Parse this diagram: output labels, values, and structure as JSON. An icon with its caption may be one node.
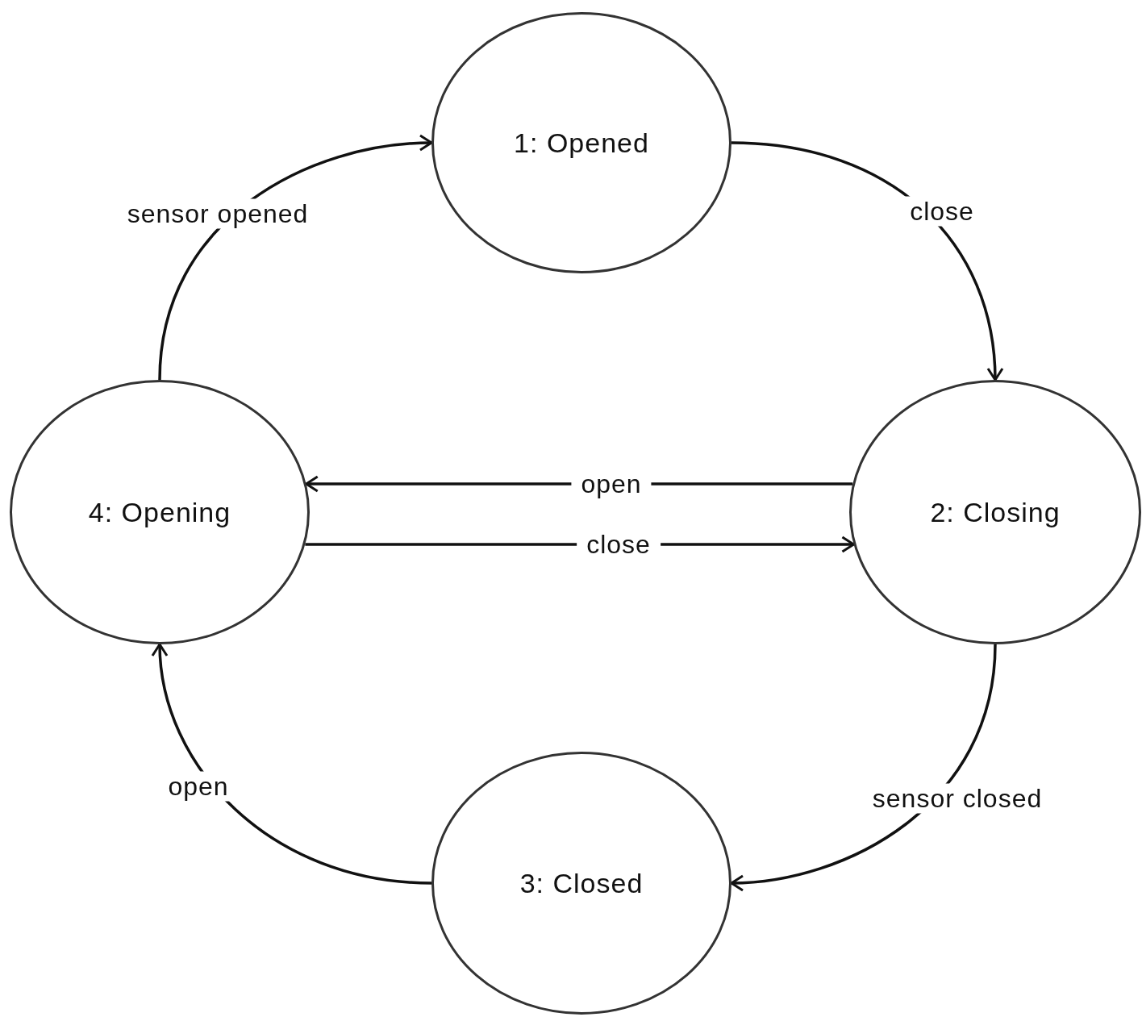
{
  "diagram": {
    "nodes": [
      {
        "text": [
          "1: Opened"
        ]
      },
      {
        "text": [
          "2: Closing"
        ]
      },
      {
        "text": [
          "3: Closed"
        ]
      },
      {
        "text": [
          "4: Opening"
        ]
      }
    ],
    "edges": [
      {
        "from": 0,
        "to": 1,
        "arrow": "to",
        "label": "close"
      },
      {
        "from": 1,
        "to": 2,
        "arrow": "to",
        "label": "sensor closed"
      },
      {
        "from": 2,
        "to": 3,
        "arrow": "to",
        "label": "open"
      },
      {
        "from": 3,
        "to": 0,
        "arrow": "to",
        "label": "sensor opened"
      },
      {
        "from": 1,
        "to": 3,
        "arrow": "to",
        "label": "open"
      },
      {
        "from": 3,
        "to": 1,
        "arrow": "to",
        "label": "close"
      }
    ]
  }
}
